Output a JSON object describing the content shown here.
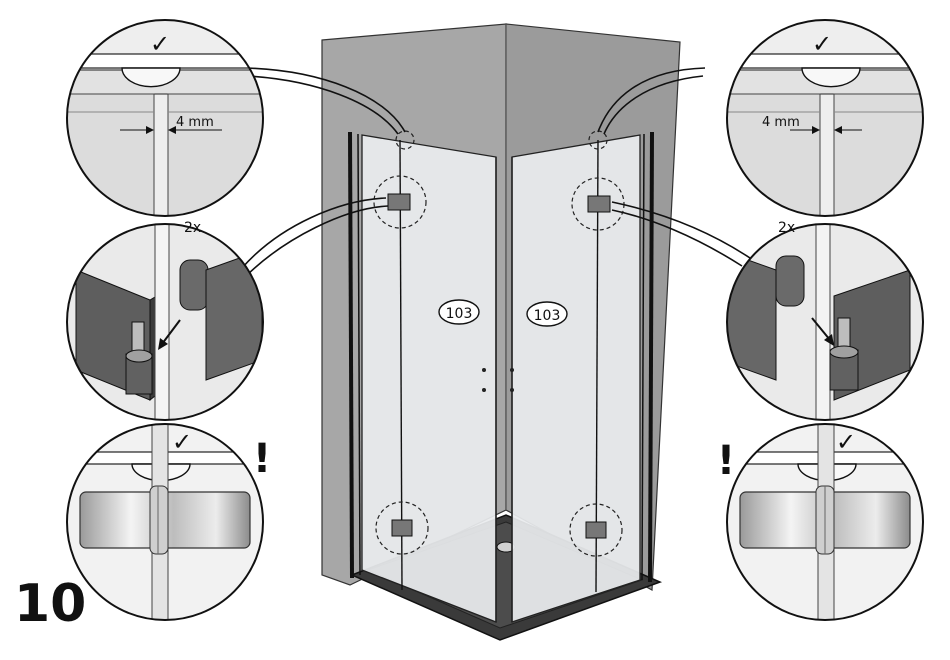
{
  "step_number": "10",
  "part_label_left": "103",
  "part_label_right": "103",
  "gap_label_left": "4 mm",
  "gap_label_right": "4 mm",
  "quantity_left": "2x",
  "quantity_right": "2x",
  "check_symbol": "✓",
  "warning_symbol": "!",
  "icons": [
    "check-icon",
    "warning-icon",
    "hinge-icon",
    "arrow-icon"
  ],
  "colors": {
    "line": "#111111",
    "wall": "#a6a6a6",
    "glass": "#e9ecee",
    "tray": "#3a3a3a",
    "hinge": "#6e6e6e"
  }
}
